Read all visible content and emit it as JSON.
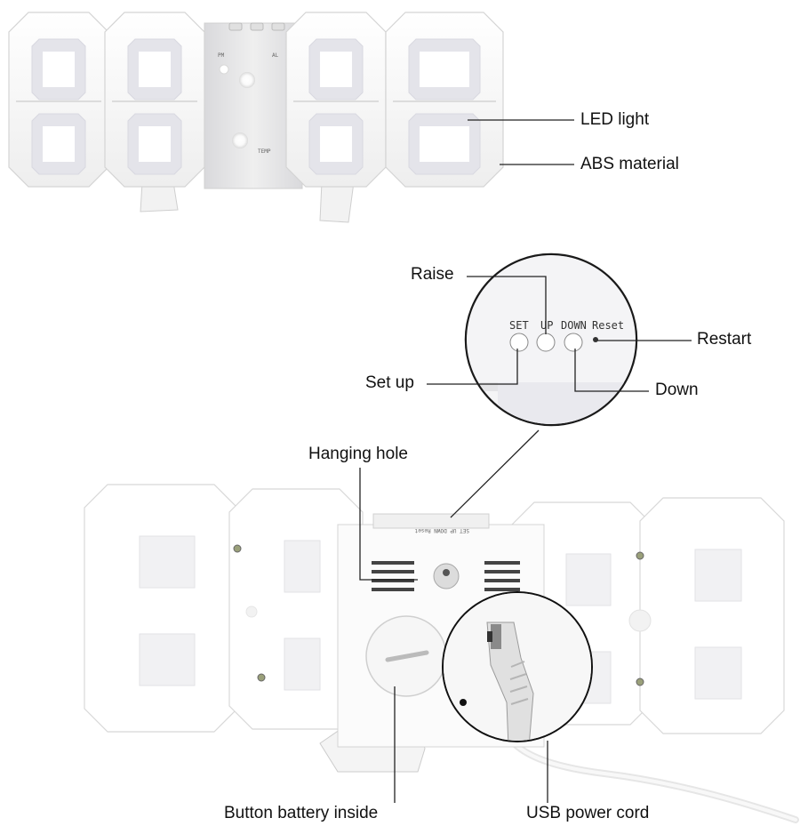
{
  "callouts": {
    "led_light": "LED light",
    "abs_material": "ABS material",
    "raise": "Raise",
    "restart": "Restart",
    "set_up": "Set up",
    "down": "Down",
    "hanging_hole": "Hanging hole",
    "button_battery": "Button battery inside",
    "usb_power_cord": "USB power cord"
  },
  "buttons": {
    "set": "SET",
    "up": "UP",
    "down": "DOWN",
    "reset": "Reset"
  },
  "clock_indicators": {
    "pm": "PM",
    "al": "AL",
    "temp": "TEMP"
  },
  "colors": {
    "body": "#ffffff",
    "shade": "#e4e4ea",
    "led_glow": "#ececf6",
    "line": "#222222"
  }
}
